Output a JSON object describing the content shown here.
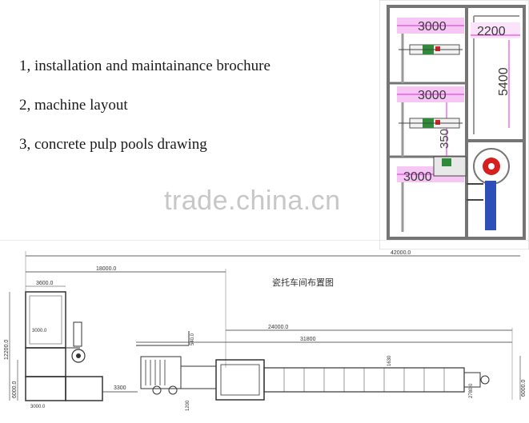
{
  "brochure_items": [
    "1, installation and maintainance brochure",
    "2, machine layout",
    "3, concrete pulp pools drawing"
  ],
  "watermark": "trade.china.cn",
  "pool_plan": {
    "dimensions": [
      "3000",
      "2200",
      "5400",
      "3000",
      "3500",
      "3000"
    ]
  },
  "machine_layout": {
    "title": "瓷托车间布置图",
    "dimensions": [
      "42000.0",
      "18000.0",
      "3600.0",
      "3000.0",
      "12200.0",
      "6000.0",
      "3000.0",
      "540.0",
      "24000.0",
      "31800",
      "1630",
      "3300",
      "2780.0",
      "6000.0",
      "1200"
    ]
  },
  "colors": {
    "pool_walls": "#757575",
    "dimension_magenta": "#e02ae0",
    "machine_green": "#2e8b3a",
    "pump_red": "#d62020",
    "blue_unit": "#2f4fb8"
  }
}
